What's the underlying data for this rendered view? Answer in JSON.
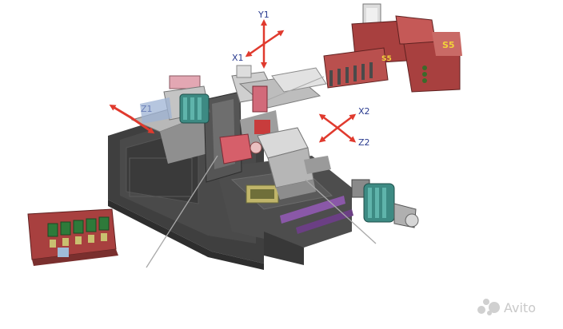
{
  "labels": {
    "y1": "Y1",
    "x1": "X1",
    "z1": "Z1",
    "x2": "X2",
    "z2": "Z2",
    "s5": "S5",
    "s5_small": "S5"
  },
  "watermark": {
    "text": "Avito",
    "icon": "avito-dots-logo"
  },
  "colors": {
    "arrow": "#e03a2e",
    "machine_dark": "#454545",
    "tool_red": "#a8403f",
    "spindle_teal": "#3d8a83",
    "accent_purple": "#8a58a8"
  }
}
